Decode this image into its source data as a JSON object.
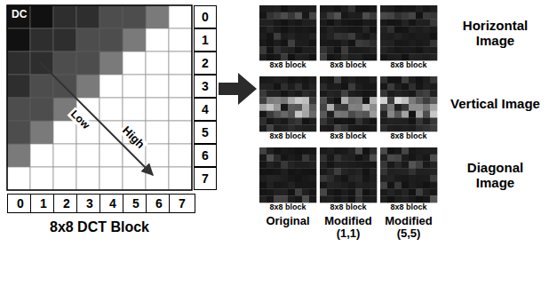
{
  "diagram": {
    "nodes": [
      {
        "text": [
          "DC",
          "Low",
          "High",
          "8x8 DCT Block"
        ]
      },
      {
        "text": [
          "0"
        ]
      },
      {
        "text": [
          "1"
        ]
      },
      {
        "text": [
          "2"
        ]
      },
      {
        "text": [
          "3"
        ]
      },
      {
        "text": [
          "4"
        ]
      },
      {
        "text": [
          "5"
        ]
      },
      {
        "text": [
          "6"
        ]
      },
      {
        "text": [
          "7"
        ]
      },
      {
        "text": [
          "0"
        ]
      },
      {
        "text": [
          "1"
        ]
      },
      {
        "text": [
          "2"
        ]
      },
      {
        "text": [
          "3"
        ]
      },
      {
        "text": [
          "4"
        ]
      },
      {
        "text": [
          "5"
        ]
      },
      {
        "text": [
          "6"
        ]
      },
      {
        "text": [
          "7"
        ]
      },
      {
        "text": [
          "8x8 block"
        ]
      },
      {
        "text": [
          "8x8 block"
        ]
      },
      {
        "text": [
          "8x8 block"
        ]
      },
      {
        "text": [
          "8x8 block"
        ]
      },
      {
        "text": [
          "8x8 block"
        ]
      },
      {
        "text": [
          "8x8 block"
        ]
      },
      {
        "text": [
          "8x8 block"
        ]
      },
      {
        "text": [
          "8x8 block"
        ]
      },
      {
        "text": [
          "8x8 block"
        ]
      }
    ],
    "labels": [
      "Horizontal Image",
      "Vertical Image",
      "Diagonal Image",
      "Original",
      "Modified (1,1)",
      "Modified (5,5)"
    ]
  }
}
